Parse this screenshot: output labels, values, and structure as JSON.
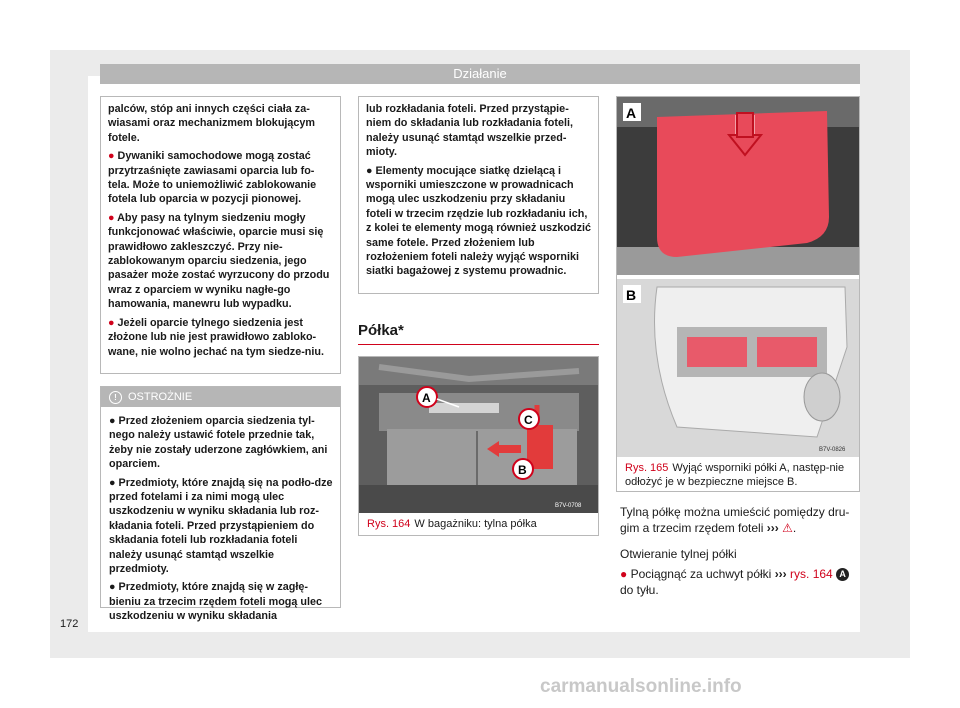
{
  "header": {
    "title": "Działanie"
  },
  "left_column": {
    "paragraphs": [
      "palców, stóp ani innych części ciała za-wiasami oraz mechanizmem blokującym fotele.",
      "Dywaniki samochodowe mogą zostać przytrzaśnięte zawiasami oparcia lub fo-tela. Może to uniemożliwić zablokowanie fotela lub oparcia w pozycji pionowej.",
      "Aby pasy na tylnym siedzeniu mogły funkcjonować właściwie, oparcie musi się prawidłowo zakleszczyć. Przy nie-zablokowanym oparciu siedzenia, jego pasażer może zostać wyrzucony do przodu wraz z oparciem w wyniku nagłe-go hamowania, manewru lub wypadku.",
      "Jeżeli oparcie tylnego siedzenia jest złożone lub nie jest prawidłowo zabloko-wane, nie wolno jechać na tym siedze-niu."
    ]
  },
  "caution": {
    "heading": "OSTROŻNIE",
    "icon": "exclamation-circle-icon",
    "paragraphs": [
      "Przed złożeniem oparcia siedzenia tyl-nego należy ustawić fotele przednie tak, żeby nie zostały uderzone zagłówkiem, ani oparciem.",
      "Przedmioty, które znajdą się na podło-dze przed fotelami i za nimi mogą ulec uszkodzeniu w wyniku składania lub roz-kładania foteli. Przed przystąpieniem do składania foteli lub rozkładania foteli należy usunąć stamtąd wszelkie przedmioty.",
      "Przedmioty, które znajdą się w zagłę-bieniu za trzecim rzędem foteli mogą ulec uszkodzeniu w wyniku składania"
    ]
  },
  "middle_column": {
    "paragraphs": [
      "lub rozkładania foteli. Przed przystąpie-niem do składania lub rozkładania foteli, należy usunąć stamtąd wszelkie przed-mioty.",
      "Elementy mocujące siatkę dzielącą i wsporniki umieszczone w prowadnicach mogą ulec uszkodzeniu przy składaniu foteli w trzecim rzędzie lub rozkładaniu ich, z kolei te elementy mogą również uszkodzić same fotele. Przed złożeniem lub rozłożeniem foteli należy wyjąć wsporniki siatki bagażowej z systemu prowadnic."
    ],
    "section_title": "Półka*"
  },
  "figure164": {
    "ref": "Rys. 164",
    "caption": "W bagażniku: tylna półka",
    "code": "B7V-0708",
    "labels": [
      "A",
      "C",
      "B"
    ]
  },
  "figure165": {
    "ref": "Rys. 165",
    "caption": "Wyjąć wsporniki półki A, następ-nie odłożyć je w bezpieczne miejsce B.",
    "code": "B7V-0826",
    "labels": [
      "A",
      "B"
    ]
  },
  "right_column": {
    "intro": "Tylną półkę można umieścić pomiędzy dru-gim a trzecim rzędem foteli",
    "intro_arrows": "›››",
    "subheading": "Otwieranie tylnej półki",
    "step_text": "Pociągnąć za uchwyt półki",
    "step_arrows": "›››",
    "step_ref": "rys. 164",
    "step_label": "A",
    "step_tail": "do tyłu."
  },
  "page_number": "172",
  "watermark": "carmanualsonline.info",
  "colors": {
    "accent": "#d0021b",
    "header": "#b6b6b6"
  }
}
